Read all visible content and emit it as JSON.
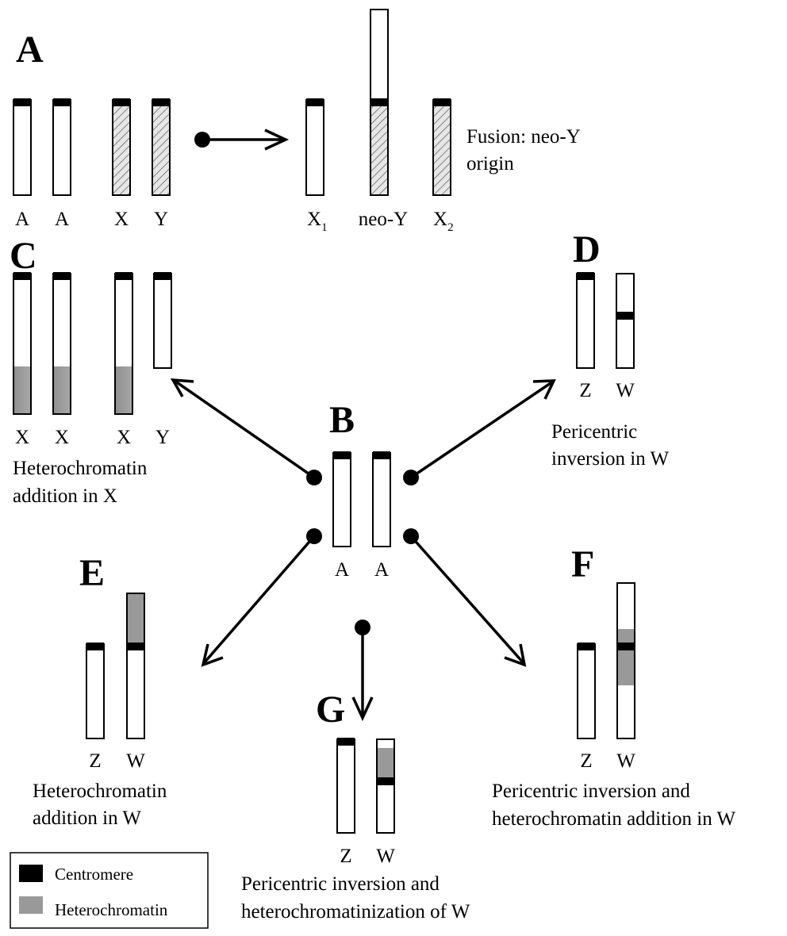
{
  "colors": {
    "centromere": "#000000",
    "heterochromatin": "#999999",
    "hatch": "#555555"
  },
  "panels": {
    "A": {
      "letter": "A",
      "left_labels": [
        "A",
        "A",
        "X",
        "Y"
      ],
      "x1": "X",
      "x1_sub": "1",
      "neo": "neo-Y",
      "x2": "X",
      "x2_sub": "2",
      "caption": [
        "Fusion: neo-Y",
        "origin"
      ]
    },
    "B": {
      "letter": "B",
      "labels": [
        "A",
        "A"
      ]
    },
    "C": {
      "letter": "C",
      "labels": [
        "X",
        "X",
        "X",
        "Y"
      ],
      "caption": [
        "Heterochromatin",
        "addition in X"
      ]
    },
    "D": {
      "letter": "D",
      "labels": [
        "Z",
        "W"
      ],
      "caption": [
        "Pericentric",
        "inversion in W"
      ]
    },
    "E": {
      "letter": "E",
      "labels": [
        "Z",
        "W"
      ],
      "caption": [
        "Heterochromatin",
        "addition in W"
      ]
    },
    "F": {
      "letter": "F",
      "labels": [
        "Z",
        "W"
      ],
      "caption": [
        "Pericentric inversion and",
        "heterochromatin addition in W"
      ]
    },
    "G": {
      "letter": "G",
      "labels": [
        "Z",
        "W"
      ],
      "caption": [
        "Pericentric inversion and",
        "heterochromatinization of W"
      ]
    }
  },
  "legend": {
    "centromere": "Centromere",
    "heterochromatin": "Heterochromatin"
  }
}
